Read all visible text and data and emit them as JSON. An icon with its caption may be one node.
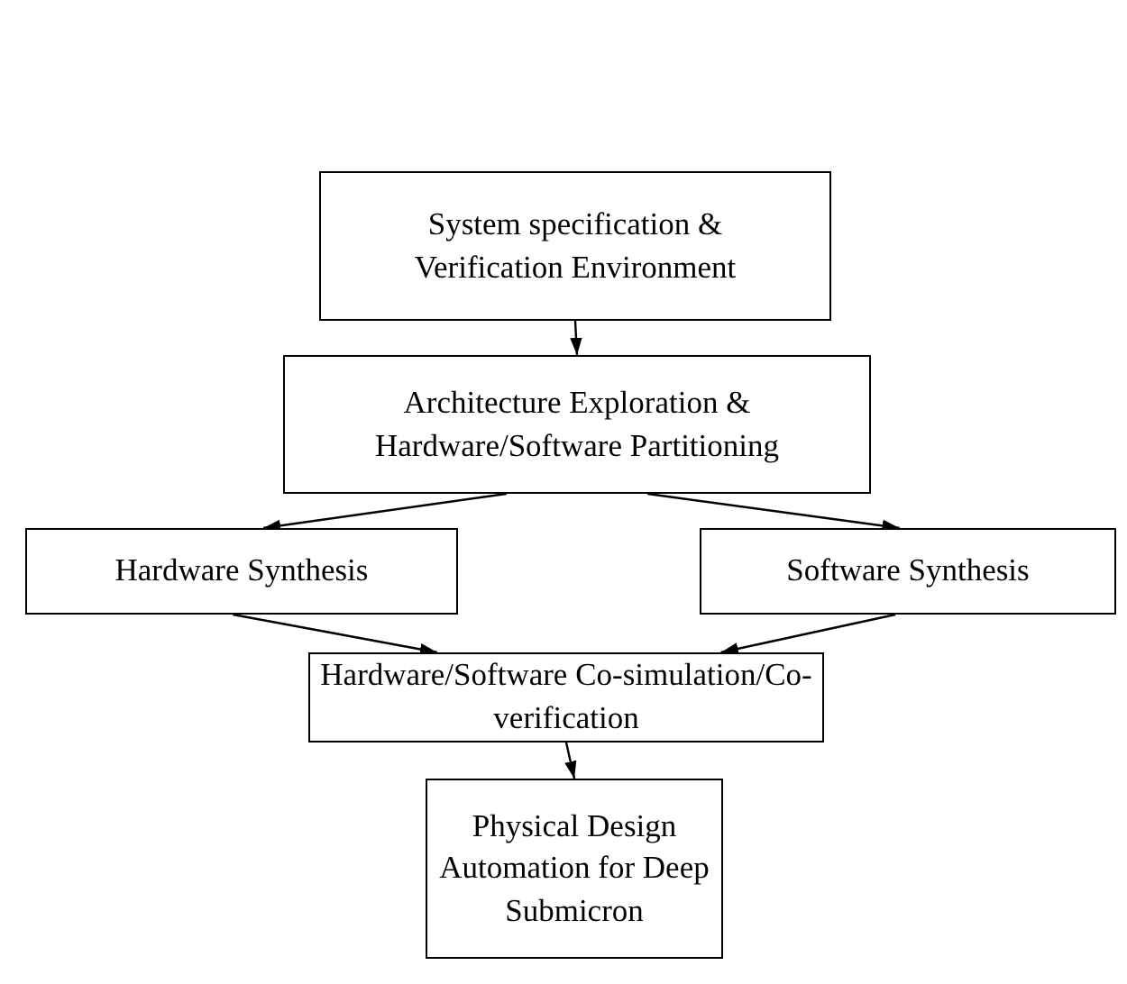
{
  "diagram": {
    "nodes": [
      {
        "text": [
          "System specification & Verification Environment"
        ]
      },
      {
        "text": [
          "Architecture Exploration & Hardware/Software Partitioning"
        ]
      },
      {
        "text": [
          "Hardware Synthesis"
        ]
      },
      {
        "text": [
          "Software Synthesis"
        ]
      },
      {
        "text": [
          "Hardware/Software Co-simulation/Co-verification"
        ]
      },
      {
        "text": [
          "Physical Design Automation for Deep Submicron"
        ]
      }
    ],
    "edges": [
      {
        "from": 0,
        "to": 1,
        "arrow": "to"
      },
      {
        "from": 1,
        "to": 2,
        "arrow": "to"
      },
      {
        "from": 1,
        "to": 3,
        "arrow": "to"
      },
      {
        "from": 2,
        "to": 4,
        "arrow": "to"
      },
      {
        "from": 3,
        "to": 4,
        "arrow": "to"
      },
      {
        "from": 4,
        "to": 5,
        "arrow": "to"
      }
    ]
  }
}
